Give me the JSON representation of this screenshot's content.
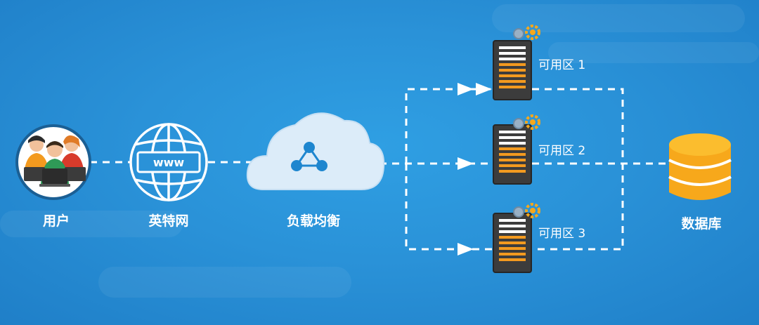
{
  "nodes": {
    "users": {
      "label": "用户"
    },
    "internet": {
      "label": "英特网",
      "badge": "www"
    },
    "load_balancer": {
      "label": "负载均衡"
    },
    "database": {
      "label": "数据库"
    }
  },
  "zones": [
    {
      "label": "可用区 1"
    },
    {
      "label": "可用区 2"
    },
    {
      "label": "可用区 3"
    }
  ],
  "colors": {
    "background": "#2a92d8",
    "connector": "#ffffff",
    "server_accent": "#f39a1f",
    "database": "#f7a81b",
    "cloud": "#dcecf9",
    "cloud_icon": "#1e86cf"
  }
}
